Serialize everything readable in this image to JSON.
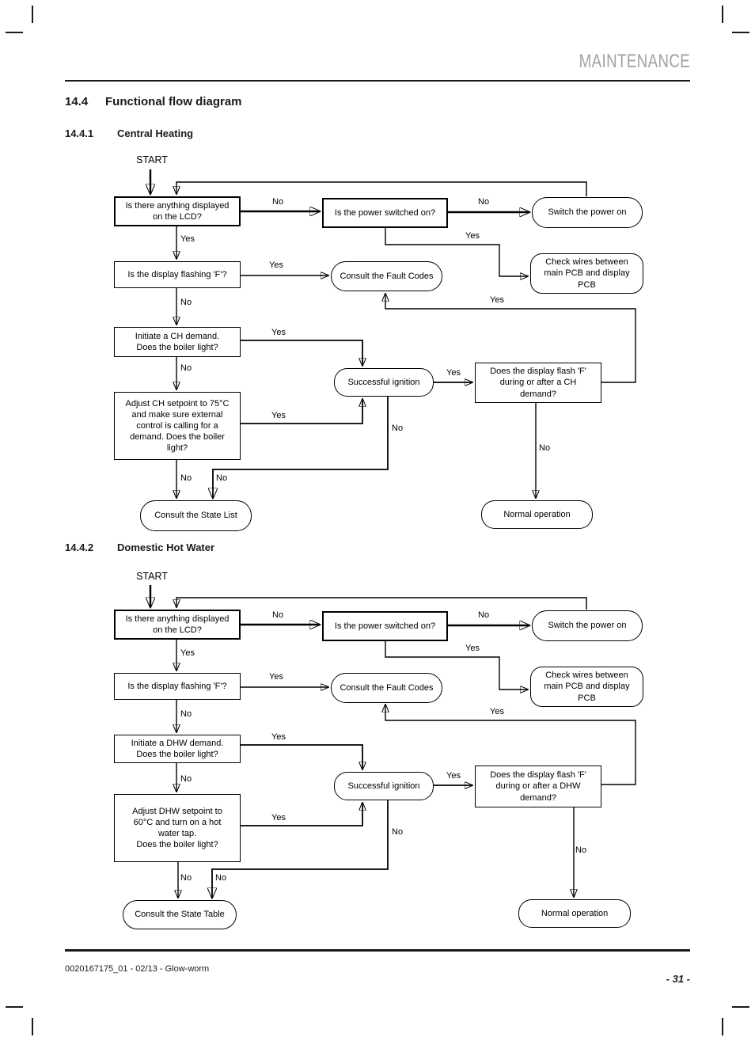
{
  "header": {
    "title": "MAINTENANCE"
  },
  "sections": {
    "main": {
      "number": "14.4",
      "title": "Functional flow diagram"
    },
    "sub1": {
      "number": "14.4.1",
      "title": "Central Heating"
    },
    "sub2": {
      "number": "14.4.2",
      "title": "Domestic Hot Water"
    }
  },
  "footer": {
    "doc_ref": "0020167175_01 - 02/13 - Glow-worm",
    "page_number": "- 31 -"
  },
  "colors": {
    "header_gray": "#a2a2a1",
    "line_black": "#000000"
  },
  "chart1": {
    "start_label": "START",
    "nodes": {
      "lcd": "Is there anything displayed\non the LCD?",
      "power": "Is the power switched on?",
      "switch_on": "Switch the power on",
      "flashing": "Is the display flashing 'F'?",
      "fault_codes": "Consult the Fault Codes",
      "check_wires": "Check wires between\nmain PCB and display\nPCB",
      "demand": "Initiate a CH demand.\nDoes the boiler light?",
      "ignition": "Successful ignition",
      "adjust": "Adjust CH setpoint to 75°C\nand make sure external\ncontrol is calling for a\ndemand. Does the boiler\nlight?",
      "flash_demand": "Does the display flash 'F'\nduring or after a CH\ndemand?",
      "consult_state": "Consult the State List",
      "normal": "Normal operation"
    },
    "labels": {
      "no_lcd": "No",
      "no_power": "No",
      "yes_power": "Yes",
      "yes_lcd": "Yes",
      "yes_flashing": "Yes",
      "no_flashing": "No",
      "yes_demand": "Yes",
      "no_demand": "No",
      "yes_adjust": "Yes",
      "yes_ignition": "Yes",
      "no_ignition": "No",
      "no_adjust": "No",
      "no_ignition2": "No",
      "yes_flash": "Yes",
      "no_flash": "No"
    }
  },
  "chart2": {
    "start_label": "START",
    "nodes": {
      "lcd": "Is there anything displayed\non the LCD?",
      "power": "Is the power switched on?",
      "switch_on": "Switch the power on",
      "flashing": "Is the display flashing 'F'?",
      "fault_codes": "Consult the Fault Codes",
      "check_wires": "Check wires between\nmain PCB and display\nPCB",
      "demand": "Initiate a DHW demand.\nDoes the boiler light?",
      "ignition": "Successful ignition",
      "adjust": "Adjust DHW setpoint to\n60°C and turn on a hot\nwater tap.\nDoes the boiler light?",
      "flash_demand": "Does the display flash 'F'\nduring or after a DHW\ndemand?",
      "consult_state": "Consult the State Table",
      "normal": "Normal operation"
    },
    "labels": {
      "no_lcd": "No",
      "no_power": "No",
      "yes_power": "Yes",
      "yes_lcd": "Yes",
      "yes_flashing": "Yes",
      "no_flashing": "No",
      "yes_demand": "Yes",
      "no_demand": "No",
      "yes_adjust": "Yes",
      "yes_ignition": "Yes",
      "no_ignition": "No",
      "no_adjust": "No",
      "no_ignition2": "No",
      "yes_flash": "Yes",
      "no_flash": "No"
    }
  }
}
